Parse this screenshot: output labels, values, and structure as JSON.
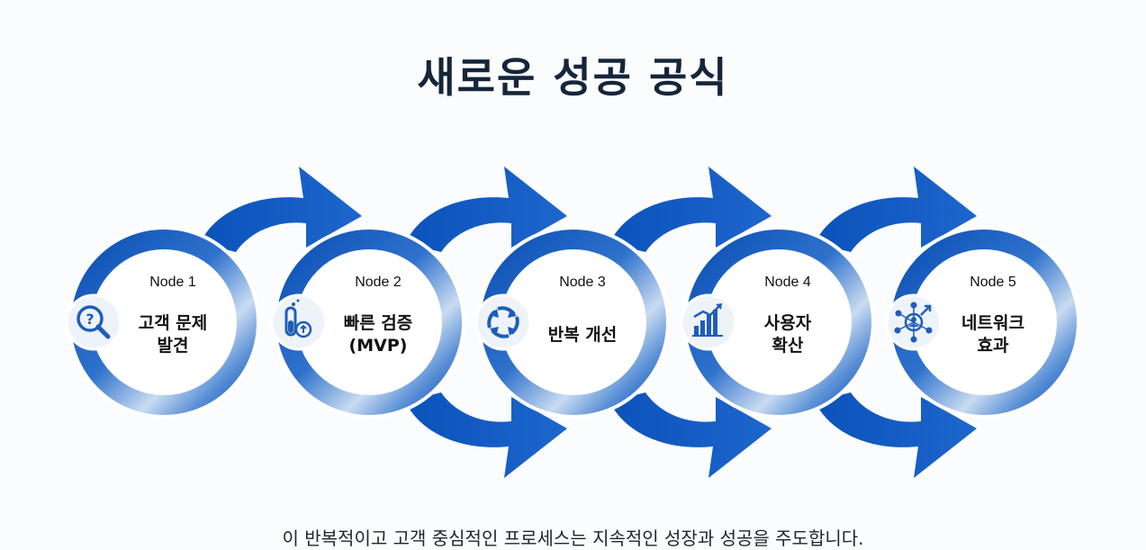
{
  "title": "새로운 성공 공식",
  "caption": "이 반복적이고 고객 중심적인 프로세스는 지속적인 성장과 성공을 주도합니다.",
  "colors": {
    "ring_dark": "#0a50b8",
    "ring_light": "#cfdef2",
    "arrow": "#0d5ac4",
    "icon": "#1f5db8"
  },
  "nodes": [
    {
      "label": "Node 1",
      "lines": [
        "고객 문제",
        "발견"
      ],
      "icon": "search-question-icon"
    },
    {
      "label": "Node 2",
      "lines": [
        "빠른 검증",
        "(MVP)"
      ],
      "icon": "test-tube-icon"
    },
    {
      "label": "Node 3",
      "lines": [
        "반복 개선"
      ],
      "icon": "cycle-arrows-icon"
    },
    {
      "label": "Node 4",
      "lines": [
        "사용자",
        "확산"
      ],
      "icon": "growth-chart-icon"
    },
    {
      "label": "Node 5",
      "lines": [
        "네트워크",
        "효과"
      ],
      "icon": "network-people-icon"
    }
  ]
}
